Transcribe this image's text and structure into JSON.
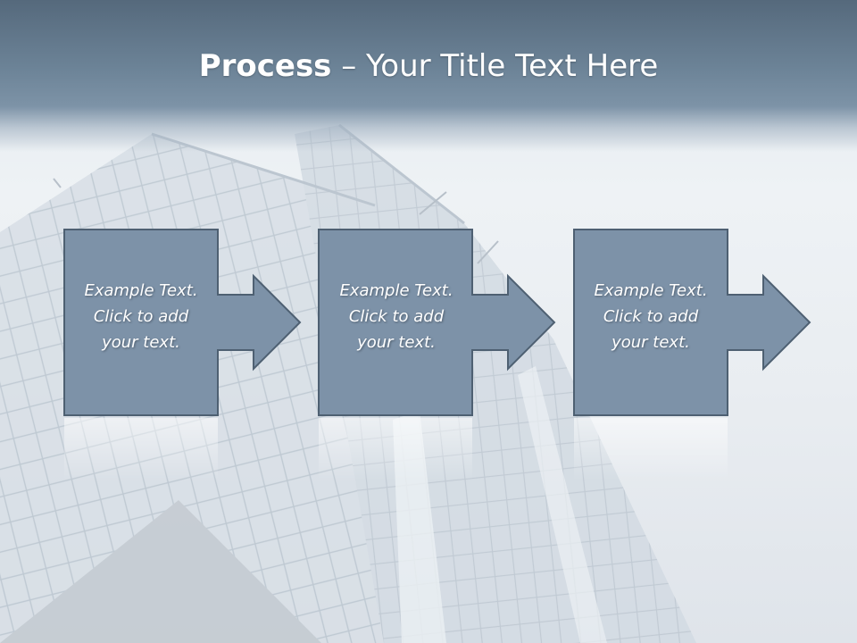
{
  "title": {
    "bold": "Process",
    "rest": " – Your Title Text Here"
  },
  "steps": [
    {
      "lines": [
        "Example Text.",
        "Click  to add",
        "your text."
      ]
    },
    {
      "lines": [
        "Example Text.",
        "Click  to add",
        "your text."
      ]
    },
    {
      "lines": [
        "Example Text.",
        "Click  to add",
        "your text."
      ]
    }
  ],
  "colors": {
    "shape_fill": "#7d92a8",
    "shape_stroke": "#4e6072",
    "title_band": "#5f7488",
    "background": "#e6ebf0"
  }
}
